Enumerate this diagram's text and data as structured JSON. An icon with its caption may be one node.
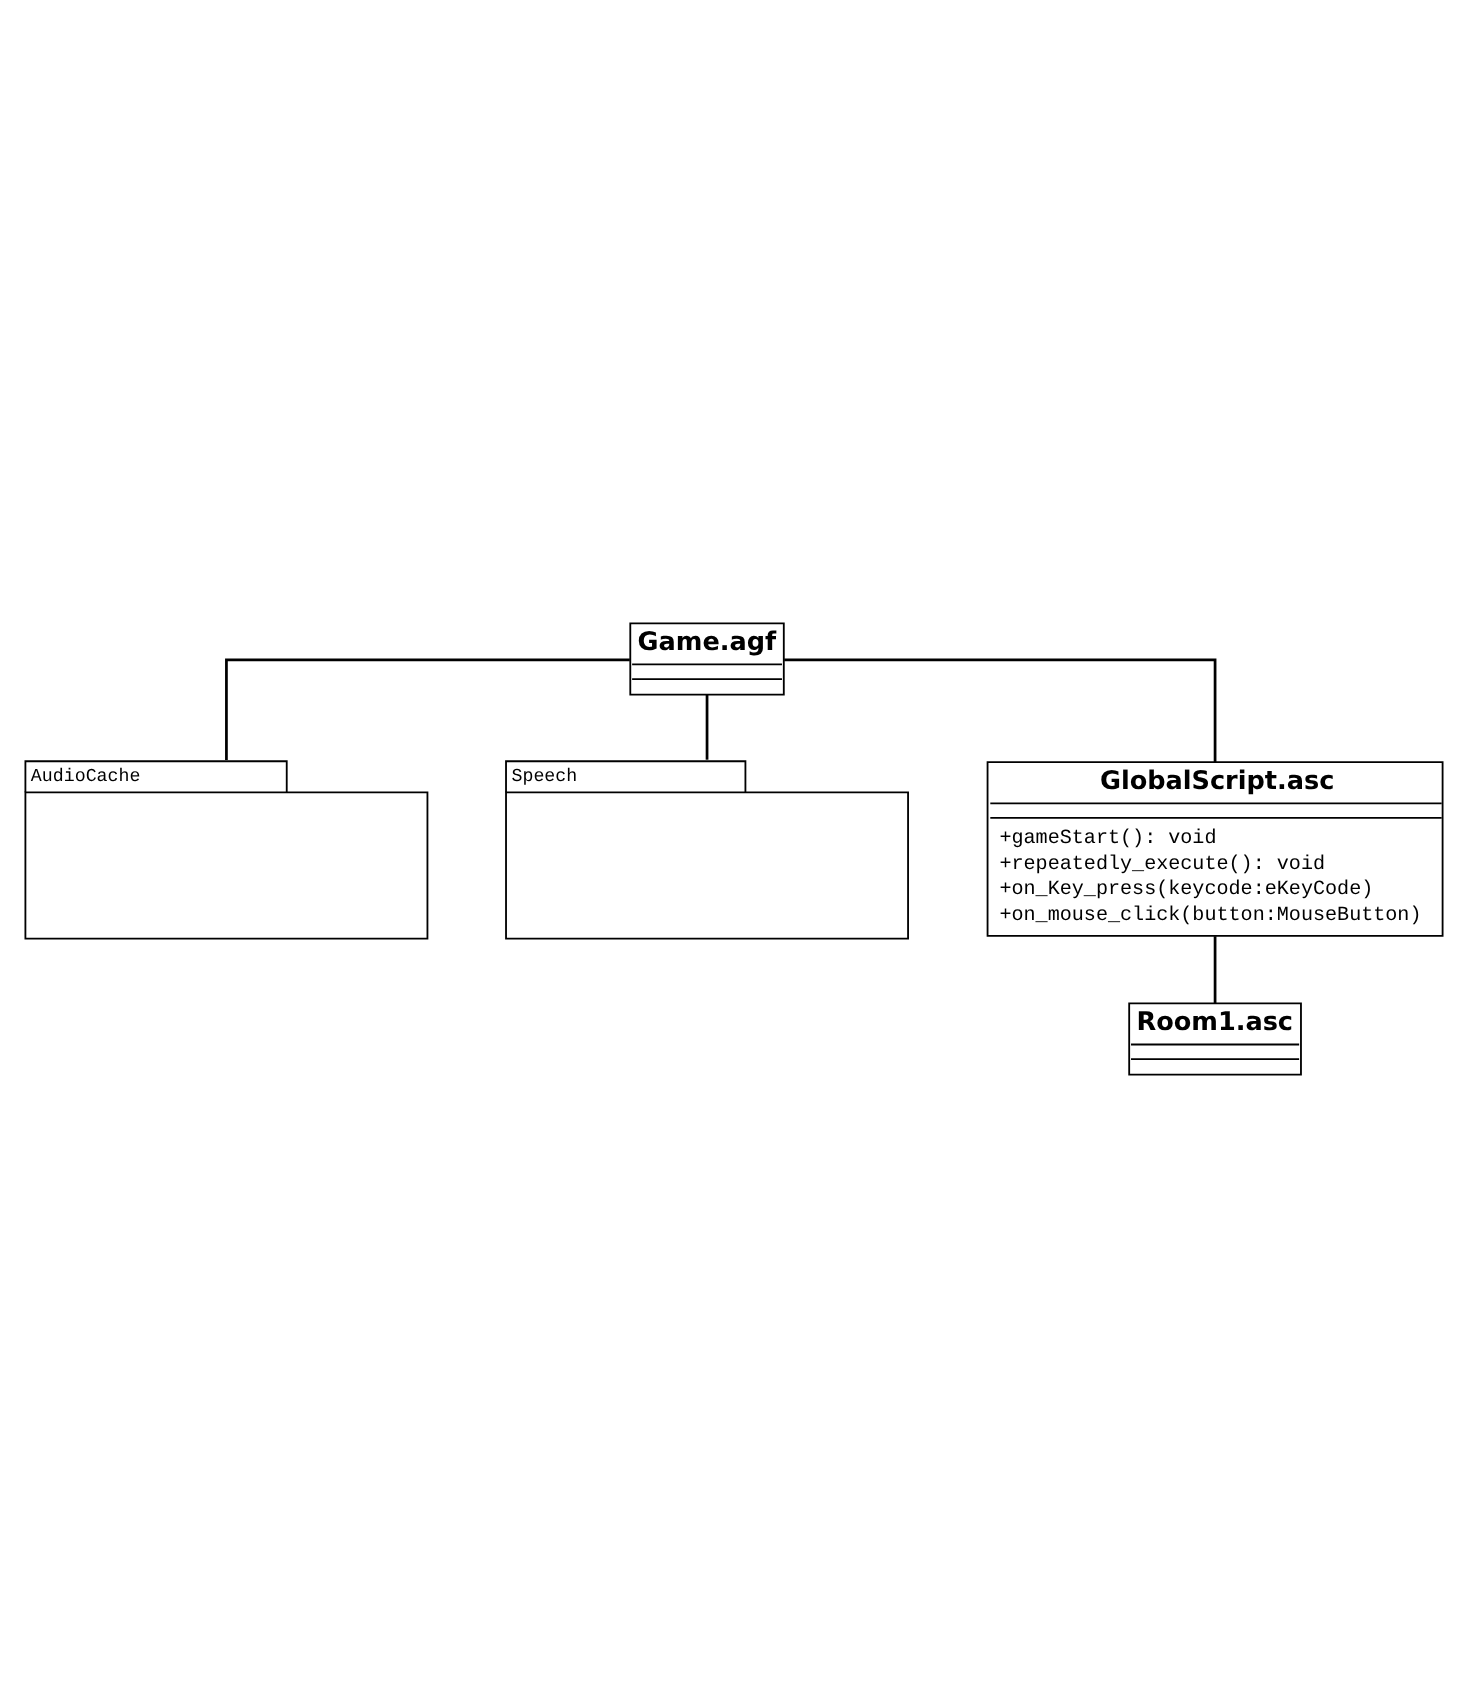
{
  "diagram": {
    "nodes": [
      {
        "text": [
          "AudioCache"
        ]
      },
      {
        "text": [
          "Speech"
        ]
      },
      {
        "text": [
          "Game.agf"
        ]
      },
      {
        "text": [
          "GlobalScript.asc",
          "+gameStart(): void",
          "+repeatedly_execute(): void",
          "+on_Key_press(keycode:eKeyCode)",
          "+on_mouse_click(button:MouseButton)"
        ]
      },
      {
        "text": [
          "Room1.asc"
        ]
      }
    ],
    "edges": [
      {
        "from": 2,
        "to": 0,
        "arrow": "none"
      },
      {
        "from": 2,
        "to": 1,
        "arrow": "none"
      },
      {
        "from": 2,
        "to": 3,
        "arrow": "none"
      },
      {
        "from": 3,
        "to": 4,
        "arrow": "none"
      }
    ]
  }
}
